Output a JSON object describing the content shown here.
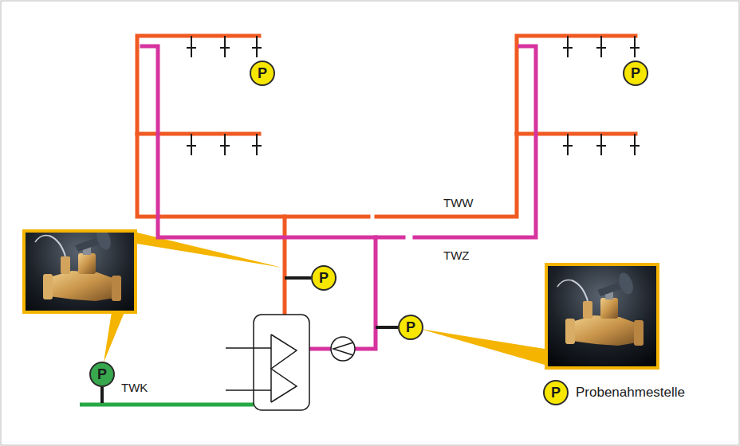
{
  "diagram": {
    "nodes": [
      {
        "text": [
          "P"
        ]
      },
      {
        "text": [
          "P"
        ]
      },
      {
        "text": [
          "P"
        ]
      },
      {
        "text": [
          "P"
        ]
      },
      {
        "text": [
          "P"
        ]
      },
      {
        "text": [
          "P"
        ]
      }
    ],
    "labels": [
      "TWW",
      "TWZ",
      "TWK"
    ],
    "legend": [
      {
        "text": "Probenahmestelle"
      }
    ]
  }
}
